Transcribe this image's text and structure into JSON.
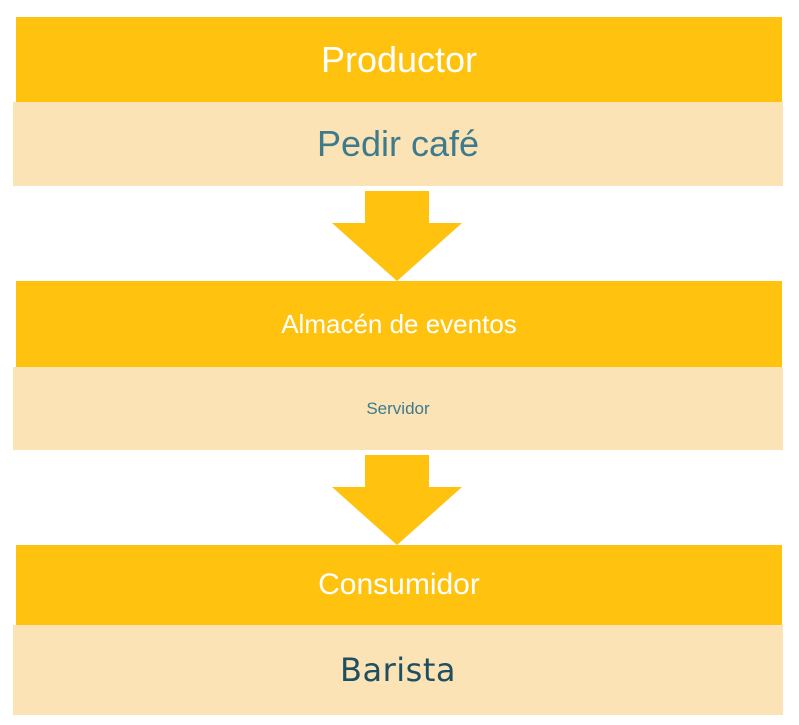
{
  "diagram": {
    "title": "Productor / Almacén de eventos / Consumidor",
    "colors": {
      "header_gold": "#FFC20E",
      "body_cream": "#FCE3B6",
      "header_text": "#FFFFFF",
      "body_text_teal": "#3D7B8C",
      "body_text_navy": "#1F4E60",
      "arrow": "#FFC20E",
      "background": "#FFFFFF"
    },
    "nodes": [
      {
        "id": "producer",
        "header": "Productor",
        "body": "Pedir café"
      },
      {
        "id": "event-store",
        "header": "Almacén de eventos",
        "body": "Servidor"
      },
      {
        "id": "consumer",
        "header": "Consumidor",
        "body": "Barista"
      }
    ],
    "connectors": [
      {
        "id": "arrow-producer-to-store",
        "icon": "arrow-down-icon",
        "from": "producer",
        "to": "event-store"
      },
      {
        "id": "arrow-store-to-consumer",
        "icon": "arrow-down-icon",
        "from": "event-store",
        "to": "consumer"
      }
    ]
  }
}
